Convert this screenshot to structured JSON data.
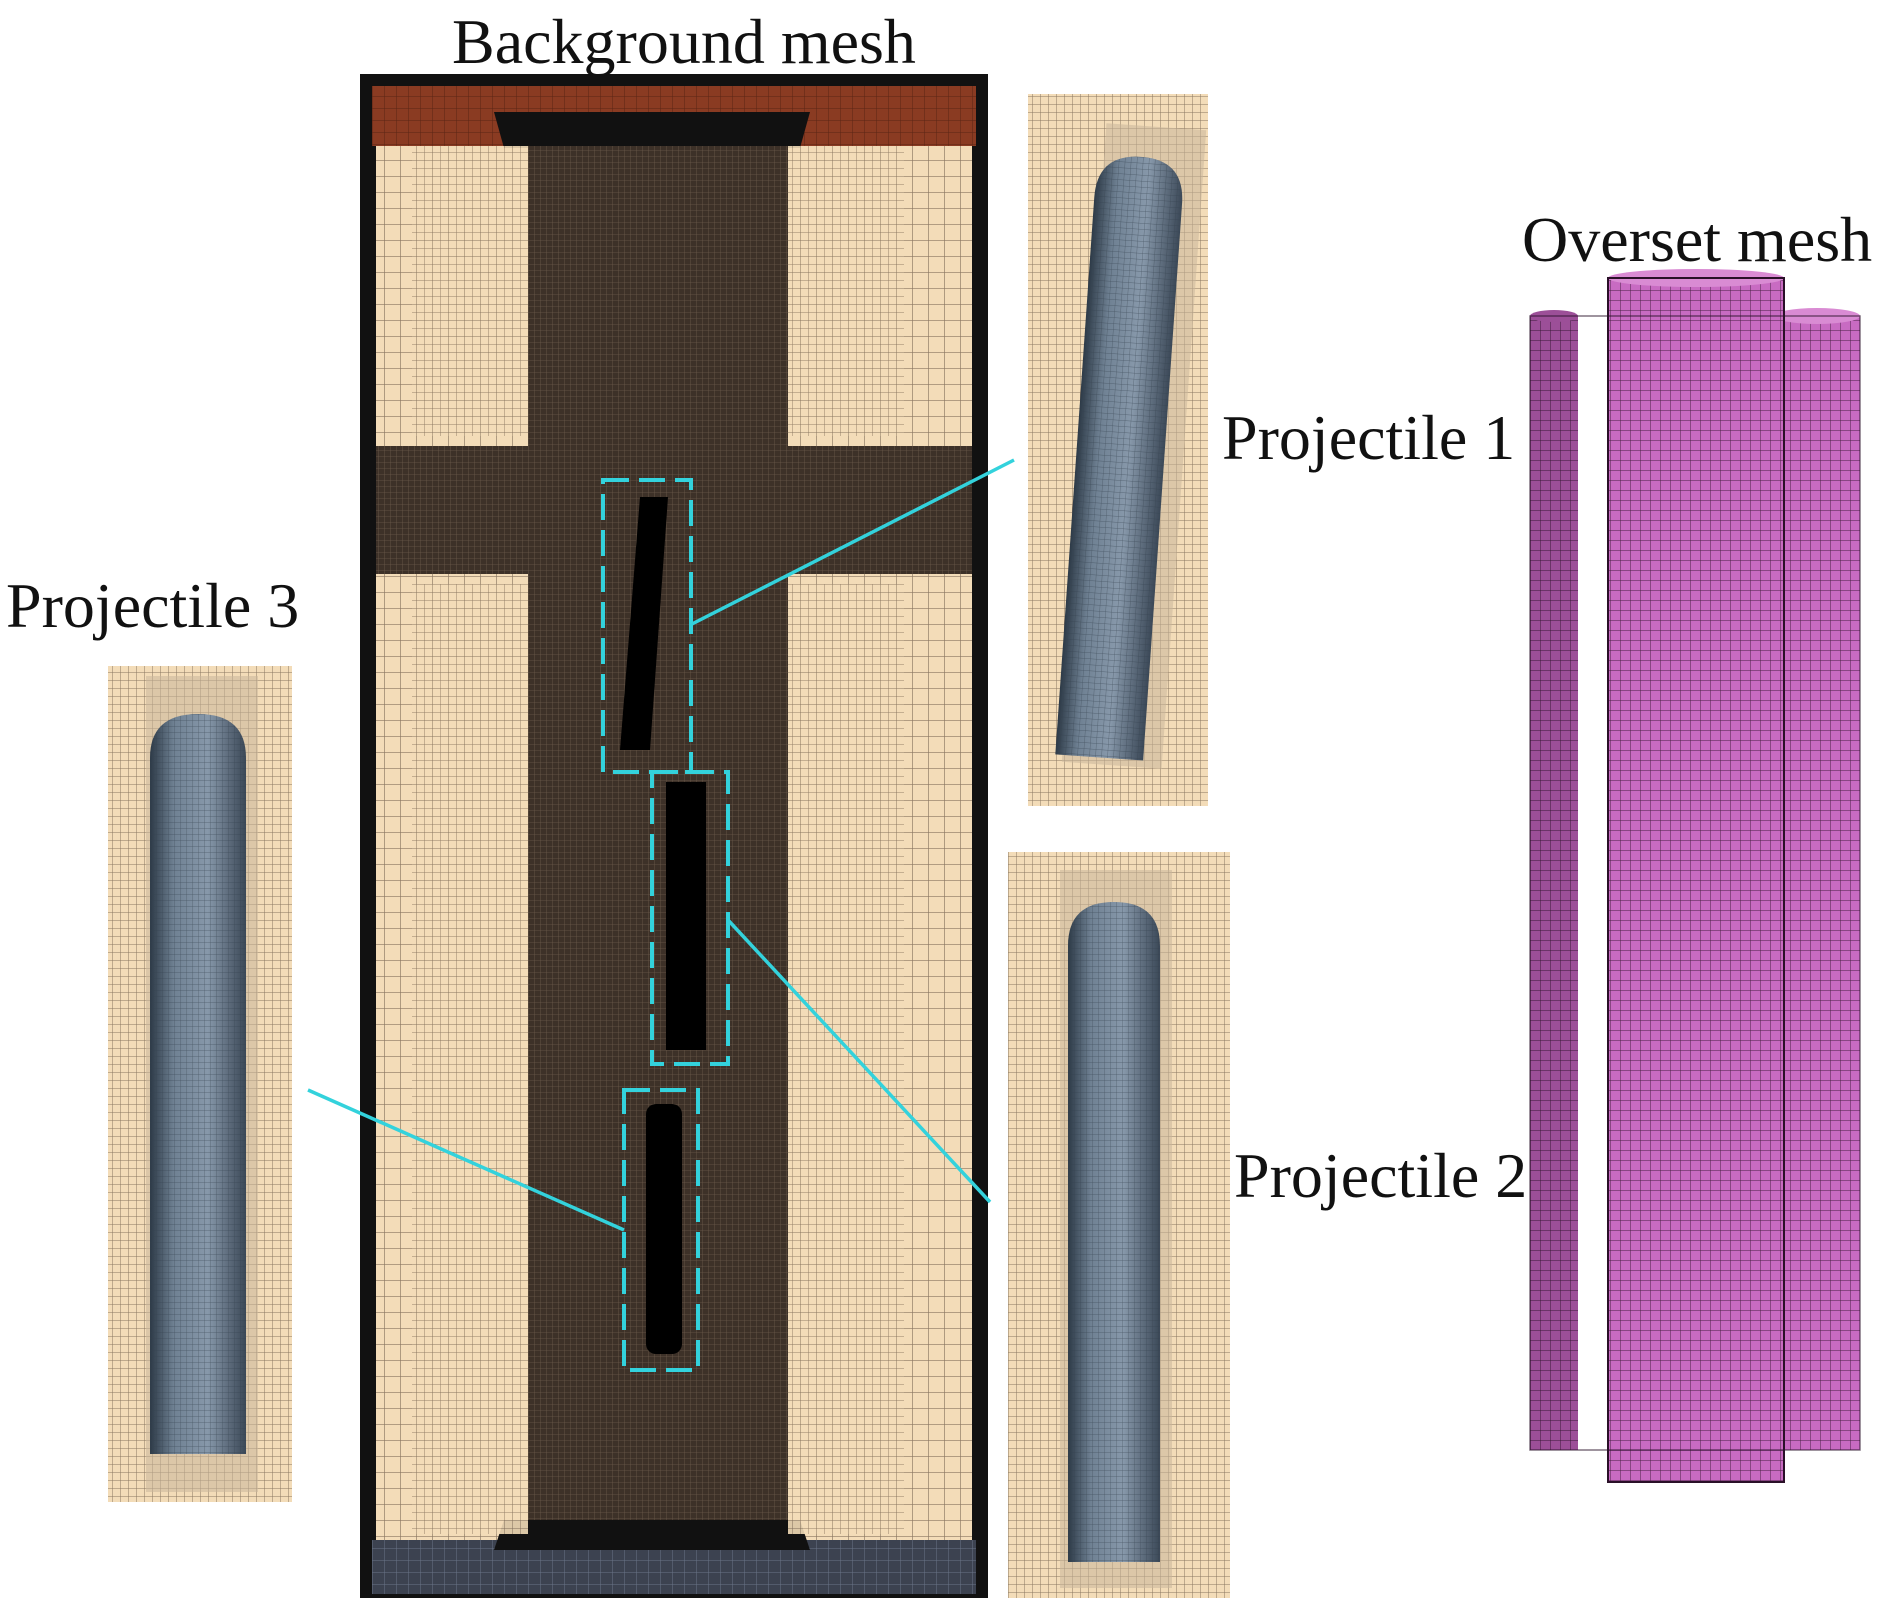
{
  "labels": {
    "background_mesh": "Background mesh",
    "overset_mesh": "Overset mesh",
    "projectile_1": "Projectile 1",
    "projectile_2": "Projectile 2",
    "projectile_3": "Projectile 3"
  },
  "colors": {
    "mesh_beige": "#f3dcb8",
    "mesh_line": "#8a7660",
    "dense_core": "#3d3128",
    "frame_dark": "#111111",
    "top_band": "#8a3b22",
    "bottom_band": "#3c4250",
    "projectile_body": "#6f8193",
    "overset_magenta": "#c86bc2",
    "callout_cyan": "#33d2dc"
  }
}
